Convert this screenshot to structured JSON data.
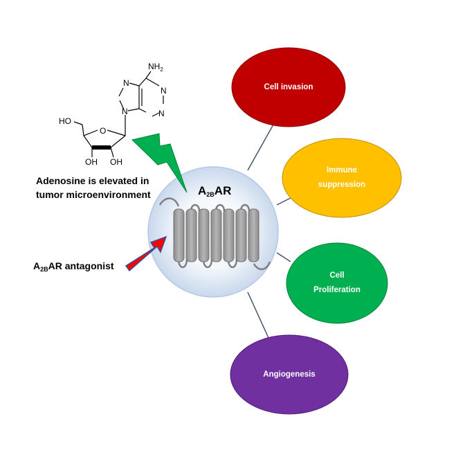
{
  "molecule": {
    "nh2": "NH2",
    "n1": "N",
    "n3": "N",
    "n7": "N",
    "n9": "N",
    "ring_o": "O",
    "ho_left": "HO",
    "oh_left": "OH",
    "oh_right": "OH"
  },
  "adenosine_caption": {
    "line1": "Adenosine is elevated in",
    "line2": "tumor microenvironment"
  },
  "receptor": {
    "prefix": "A",
    "subscript": "2B",
    "suffix": "AR"
  },
  "antagonist": {
    "prefix": "A",
    "subscript": "2B",
    "suffix": "AR antagonist"
  },
  "effects": [
    {
      "lines": [
        "Cell invasion"
      ],
      "color": "#C00000"
    },
    {
      "lines": [
        "Immune",
        "suppression"
      ],
      "color": "#FFC000"
    },
    {
      "lines": [
        "Cell",
        "Proliferation"
      ],
      "color": "#00B050"
    },
    {
      "lines": [
        "Angiogenesis"
      ],
      "color": "#7030A0"
    }
  ],
  "colors": {
    "connector": "#44546A",
    "lightning": "#00B050",
    "arrow": "#FF0000",
    "receptor_fill": "#A6A6A6",
    "circle_fill": "#DCE7F4"
  }
}
